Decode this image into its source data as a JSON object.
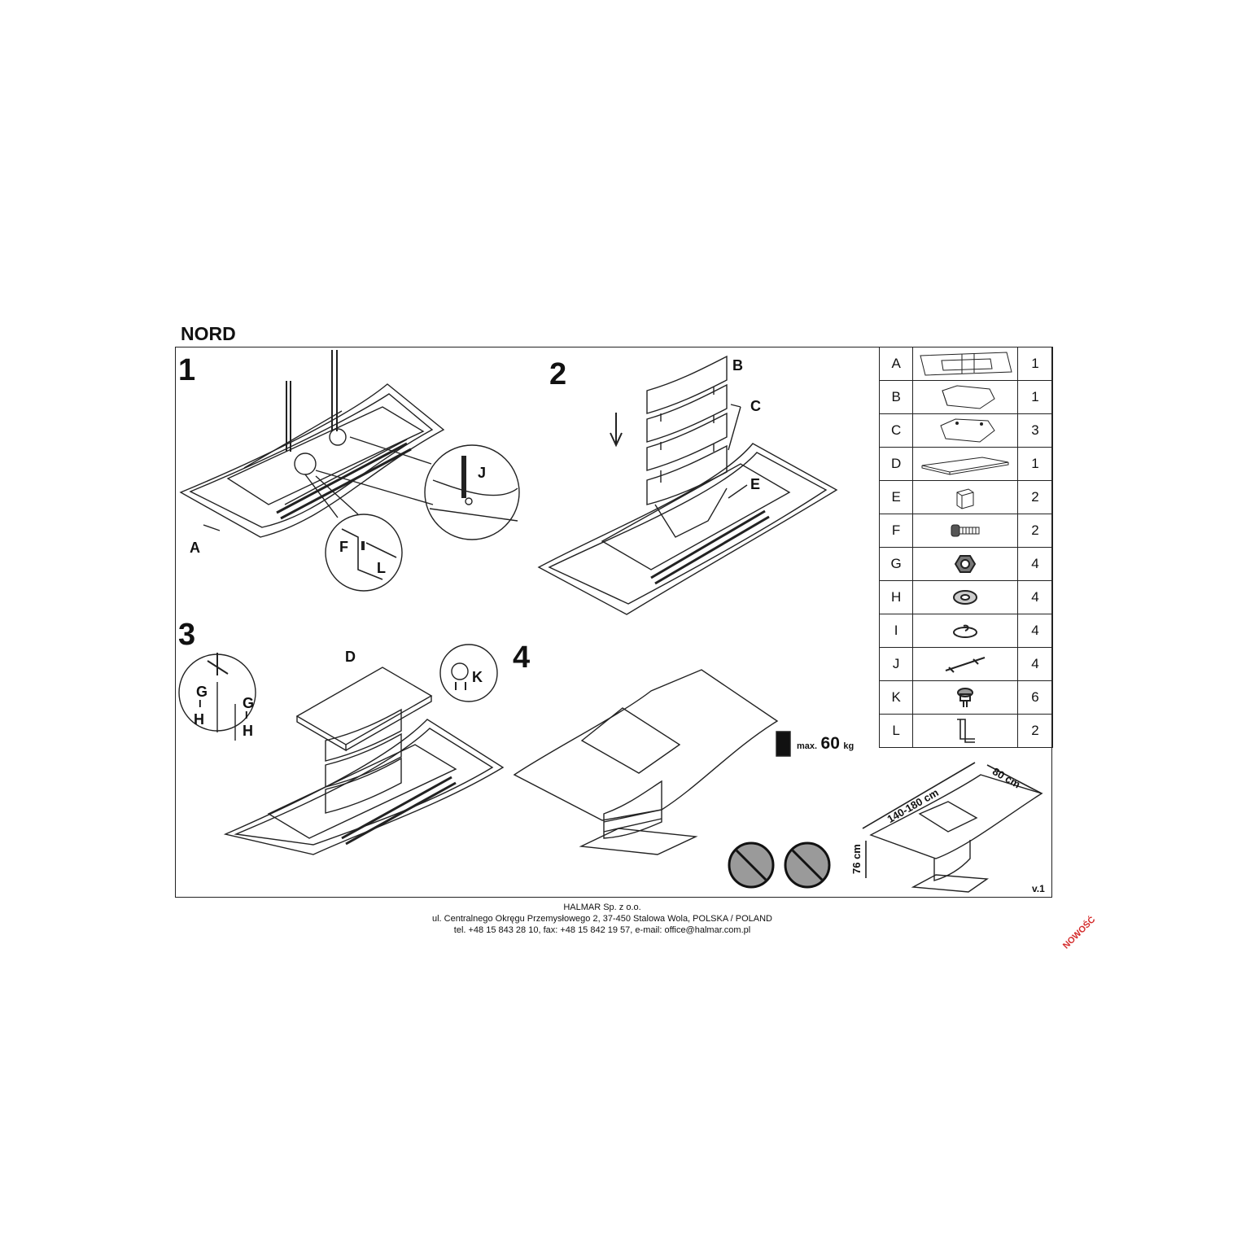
{
  "title": "NORD",
  "steps": [
    "1",
    "2",
    "3",
    "4"
  ],
  "callouts": {
    "a": "A",
    "b": "B",
    "c": "C",
    "d": "D",
    "e": "E",
    "f": "F",
    "g1": "G",
    "g2": "G",
    "h1": "H",
    "h2": "H",
    "i1": "I",
    "i2": "I",
    "j": "J",
    "k": "K",
    "l": "L"
  },
  "load": {
    "prefix": "max.",
    "value": "60",
    "unit": "kg"
  },
  "parts": [
    {
      "letter": "A",
      "icon": "table-top-frame-icon",
      "qty": "1"
    },
    {
      "letter": "B",
      "icon": "base-top-segment-icon",
      "qty": "1"
    },
    {
      "letter": "C",
      "icon": "base-segment-icon",
      "qty": "3"
    },
    {
      "letter": "D",
      "icon": "mounting-plate-icon",
      "qty": "1"
    },
    {
      "letter": "E",
      "icon": "bracket-block-icon",
      "qty": "2"
    },
    {
      "letter": "F",
      "icon": "bolt-icon",
      "qty": "2"
    },
    {
      "letter": "G",
      "icon": "nut-icon",
      "qty": "4"
    },
    {
      "letter": "H",
      "icon": "washer-icon",
      "qty": "4"
    },
    {
      "letter": "I",
      "icon": "spring-washer-icon",
      "qty": "4"
    },
    {
      "letter": "J",
      "icon": "threaded-rod-icon",
      "qty": "4"
    },
    {
      "letter": "K",
      "icon": "leveling-foot-icon",
      "qty": "6"
    },
    {
      "letter": "L",
      "icon": "angle-bracket-icon",
      "qty": "2"
    }
  ],
  "dimensions": {
    "length": "140-180 cm",
    "width": "80 cm",
    "height": "76 cm"
  },
  "version": "v.1",
  "footer": {
    "company": "HALMAR Sp. z o.o.",
    "address": "ul. Centralnego Okręgu Przemysłowego 2, 37-450 Stalowa Wola, POLSKA / POLAND",
    "contact": "tel. +48 15 843 28 10, fax: +48 15 842 19 57, e-mail: office@halmar.com.pl"
  },
  "stamp": "NOWOŚĆ"
}
